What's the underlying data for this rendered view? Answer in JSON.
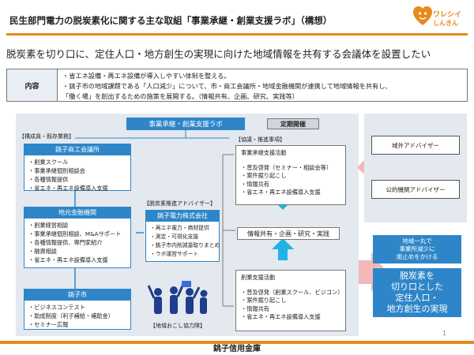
{
  "header": {
    "title": "民生部門電力の脱炭素化に関する主な取組「事業承継・創業支援ラボ」（構想）",
    "logo_line1": "ワレシイ",
    "logo_line2": "しんきん"
  },
  "subtitle": "脱炭素を切り口に、定住人口・地方創生の実現に向けた地域情報を共有する会議体を設置したい",
  "content": {
    "label": "内容",
    "lines": [
      "・省エネ設備・再エネ設備が導入しやすい体制を整える。",
      "・銚子市の地域課題である「人口減少」について、市・商工会議所・地域金融機関が連携して地域情報を共有し、",
      "「働く場」を創出するための施策を展開する。（情報共有、企画、研究、実践等）"
    ]
  },
  "diagram": {
    "lab_banner": "事業承継・創業支援ラボ",
    "members_tag": "【構成員・既存業務】",
    "sections": [
      {
        "head": "銚子商工会議所",
        "items": [
          "・創業スクール",
          "・事業承継個別相談会",
          "・各種情報提供",
          "・省エネ・再エネ設備導入支援"
        ]
      },
      {
        "head": "地元金融機関",
        "items": [
          "・創業経営相談",
          "・事業承継個別相談、M&Aサポート",
          "・各種情報提供、専門家紹介",
          "・融資相談",
          "・省エネ・再エネ設備導入支援"
        ]
      },
      {
        "head": "銚子市",
        "items": [
          "・ビジネスコンテスト",
          "・助成制度（利子補給・補助金）",
          "・セミナー広報"
        ]
      }
    ],
    "advisor_tag": "【脱炭素推進アドバイザー】",
    "power": {
      "head": "銚子電力株式会社",
      "items": [
        "・再エネ電力・商材提供",
        "・測定・可視化支援",
        "・銚子市内削減量取りまとめ",
        "・ラボ運営サポート"
      ]
    },
    "community_tag": "【地域おこし協力隊】",
    "teiki": "定期開催",
    "kyogi_tag": "【協議・推進事項】",
    "succession": {
      "title": "事業承継支援活動",
      "items": [
        "・普及啓発（セミナー・相談会等）",
        "・案件掘り起こし",
        "・情報共有",
        "・省エネ・再エネ設備導入支援"
      ]
    },
    "share": "情報共有・企画・研究・実践",
    "startup": {
      "title": "創業支援活動",
      "items": [
        "・普及啓発（創業スクール、ビジコン）",
        "・案件掘り起こし",
        "・情報共有",
        "・省エネ・再エネ設備導入支援"
      ]
    }
  },
  "advisors": {
    "outside": "域外アドバイザー",
    "public": "公的機関アドバイザー"
  },
  "goal": {
    "top": "地域一丸で\n事業所減少に\n歯止めをかける",
    "main": "脱炭素を\n切り口とした\n定住人口・\n地方創生の実現"
  },
  "footer": {
    "bank": "銚子信用金庫",
    "page": "1"
  },
  "colors": {
    "accent_orange": "#e8891c",
    "primary_blue": "#2e86c8",
    "panel_grey": "#e4e9ef",
    "arrow_pink": "#f3b8b8",
    "arrow_cyan": "#1fb3e6"
  }
}
